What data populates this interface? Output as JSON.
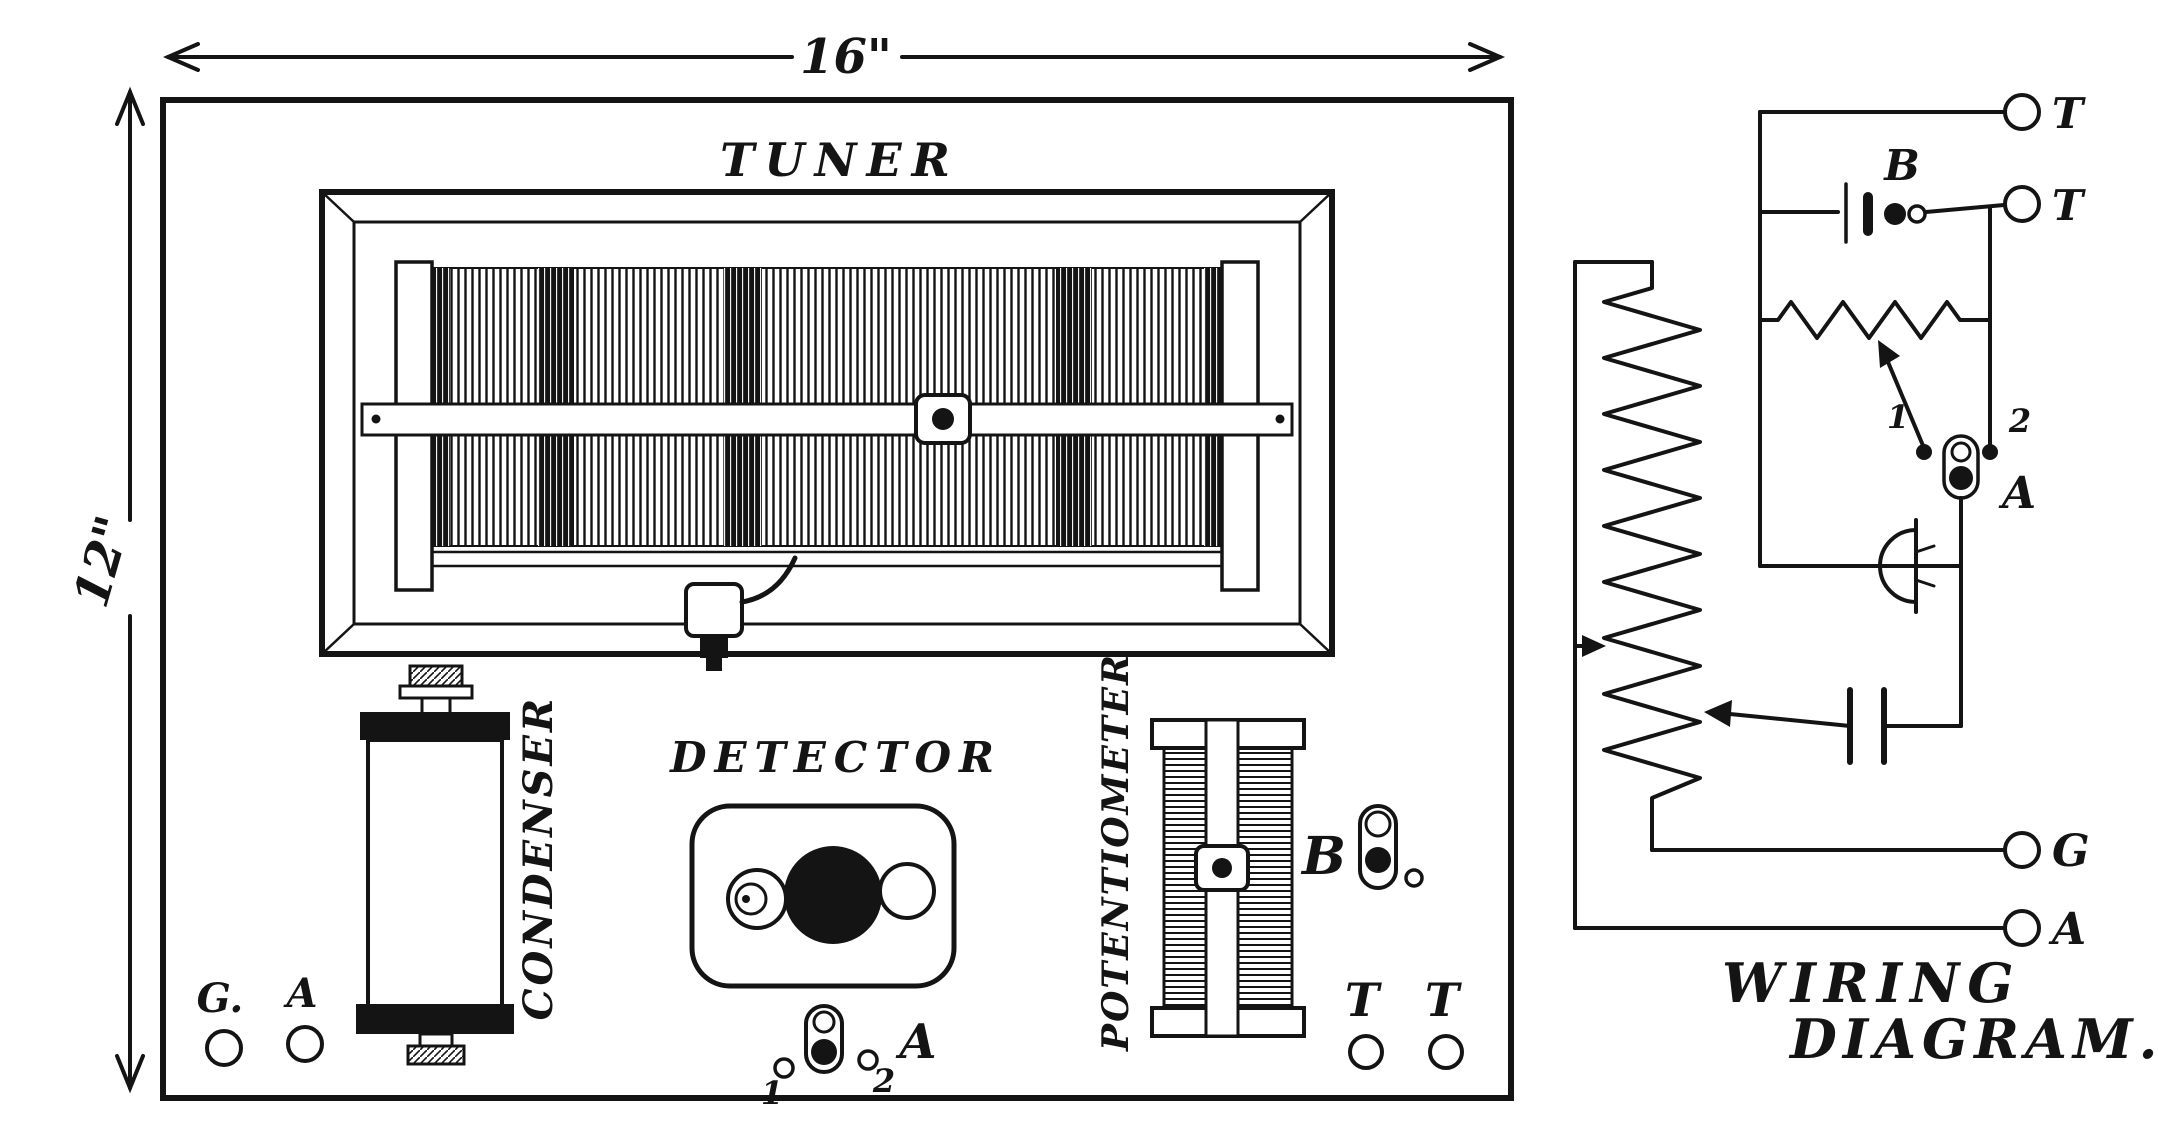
{
  "colors": {
    "ink": "#141414",
    "paper": "#ffffff"
  },
  "panel_layout": {
    "width_dim": "16\"",
    "height_dim": "12\"",
    "tuner_label": "TUNER",
    "condenser_label": "CONDENSER",
    "detector_label": "DETECTOR",
    "potentiometer_label": "POTENTIOMETER",
    "switch_b_label": "B",
    "switch_a_label": "A",
    "switch_a_contact1": "1",
    "switch_a_contact2": "2",
    "terminal_g_label": "G.",
    "terminal_a_label": "A",
    "terminal_t1_label": "T",
    "terminal_t2_label": "T"
  },
  "wiring_diagram": {
    "caption_line1": "WIRING",
    "caption_line2": "DIAGRAM.",
    "terminal_t1_label": "T",
    "terminal_t2_label": "T",
    "battery_label": "B",
    "switch_label": "A",
    "contact1_label": "1",
    "contact2_label": "2",
    "terminal_g_label": "G",
    "terminal_a_label": "A"
  }
}
